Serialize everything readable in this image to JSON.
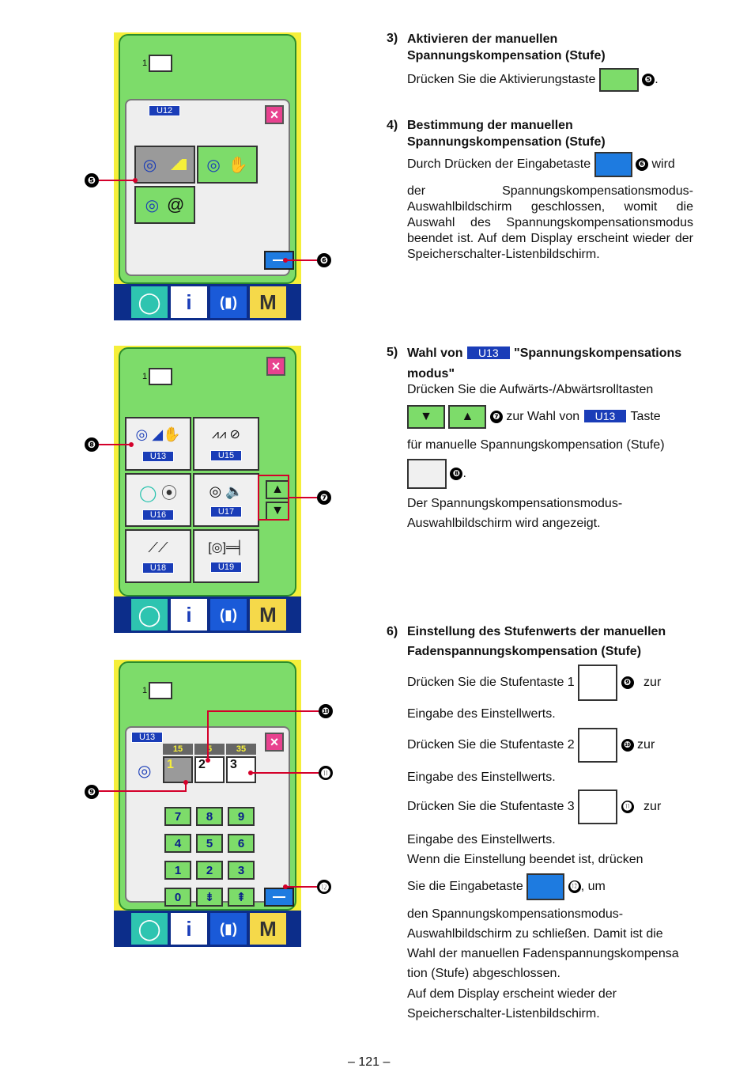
{
  "steps": [
    {
      "num": "3)",
      "title_l1": "Aktivieren der manuellen",
      "title_l2": "Spannungskompensation (Stufe)",
      "body": "Drücken Sie die Aktivierungstaste",
      "mark": "❺",
      "after": "."
    },
    {
      "num": "4)",
      "title_l1": "Bestimmung der manuellen",
      "title_l2": "Spannungskompensation (Stufe)",
      "body_pre": "Durch Drücken der Eingabetaste",
      "mark": "❻",
      "mark_after": "wird",
      "body": "der Spannungskompensationsmodus-Auswahlbildschirm geschlossen, womit die Auswahl des Spannungskompensationsmodus beendet ist. Auf dem Display erscheint wieder der Speicherschalter-Listenbildschirm."
    },
    {
      "num": "5)",
      "title_pre": "Wahl von",
      "title_code": "U13",
      "title_post": "\"Spannungskompensations",
      "title_l2": "modus\"",
      "line1": "Drücken Sie die Aufwärts-/Abwärtsrolltasten",
      "mark7": "❼",
      "line2": "zur Wahl von",
      "code": "U13",
      "line2b": "Taste",
      "line3": "für manuelle Spannungskompensation (Stufe)",
      "mark8": "❽",
      "line4": "Der Spannungskompensationsmodus-",
      "line5": "Auswahlbildschirm wird angezeigt."
    },
    {
      "num": "6)",
      "title_l1": "Einstellung des Stufenwerts der manuellen",
      "title_l2": "Fadenspannungskompensation (Stufe)",
      "r1a": "Drücken Sie die Stufentaste 1",
      "r1m": "❾",
      "r1b": "zur",
      "r1c": "Eingabe des Einstellwerts.",
      "r2a": "Drücken Sie die Stufentaste 2",
      "r2m": "❿",
      "r2b": "zur",
      "r2c": "Eingabe des Einstellwerts.",
      "r3a": "Drücken Sie die Stufentaste 3",
      "r3m": "⓫",
      "r3b": "zur",
      "r3c": "Eingabe des Einstellwerts.",
      "r4": "Wenn die Einstellung beendet ist, drücken",
      "r5a": "Sie die Eingabetaste",
      "r5m": "⓬",
      "r5b": ", um",
      "r6": "den Spannungskompensationsmodus-",
      "r7": "Auswahlbildschirm zu schließen. Damit ist die",
      "r8": "Wahl der manuellen Fadenspannungskompensa",
      "r9": "tion (Stufe) abgeschlossen.",
      "r10": "Auf dem Display erscheint wieder der",
      "r11": "Speicherschalter-Listenbildschirm."
    }
  ],
  "panel1": {
    "code": "U12",
    "close": "×",
    "c5": "❺",
    "c6": "❻"
  },
  "panel2": {
    "close": "×",
    "codes": [
      "U13",
      "U15",
      "U16",
      "U17",
      "U18",
      "U19"
    ],
    "c8": "❽",
    "c7": "❼"
  },
  "panel3": {
    "code": "U13",
    "levels": [
      "15",
      "5",
      "35"
    ],
    "keys": [
      "7",
      "8",
      "9",
      "4",
      "5",
      "6",
      "1",
      "2",
      "3",
      "0"
    ],
    "step_labels": [
      "1",
      "2",
      "3"
    ],
    "close": "×",
    "c9": "❾",
    "c10": "❿",
    "c11": "⓫",
    "c12": "⓬"
  },
  "bottom_bar": {
    "info": "i",
    "m": "M"
  },
  "page_number": "– 121 –",
  "colors": {
    "panel_yellow": "#f5ef3a",
    "screen_green": "#7ddc6a",
    "code_blue": "#1a3db8",
    "callout_red": "#d4002a"
  }
}
